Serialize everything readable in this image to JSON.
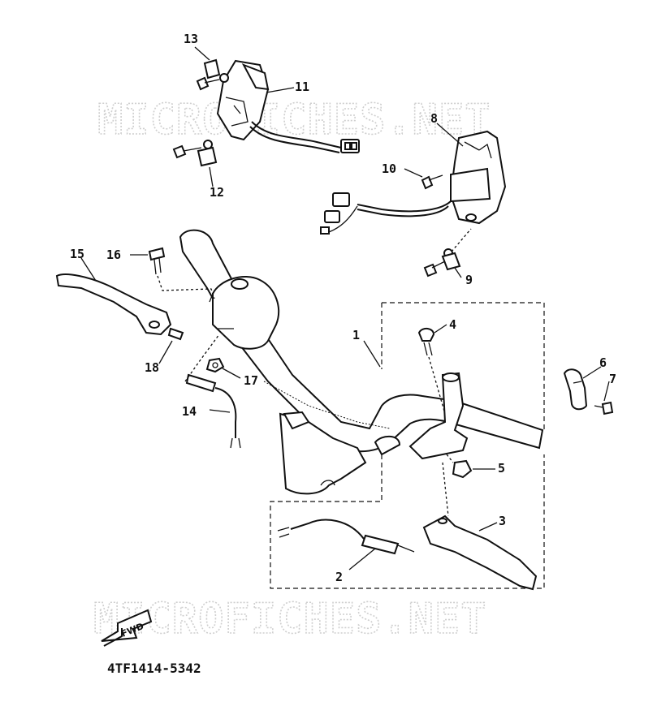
{
  "diagram": {
    "watermark_text": "MICROFICHES.NET",
    "part_code": "4TF1414-5342",
    "fwd_label": "FWD",
    "callouts": [
      "1",
      "2",
      "3",
      "4",
      "5",
      "6",
      "7",
      "8",
      "9",
      "10",
      "11",
      "12",
      "13",
      "14",
      "15",
      "16",
      "17",
      "18"
    ]
  }
}
